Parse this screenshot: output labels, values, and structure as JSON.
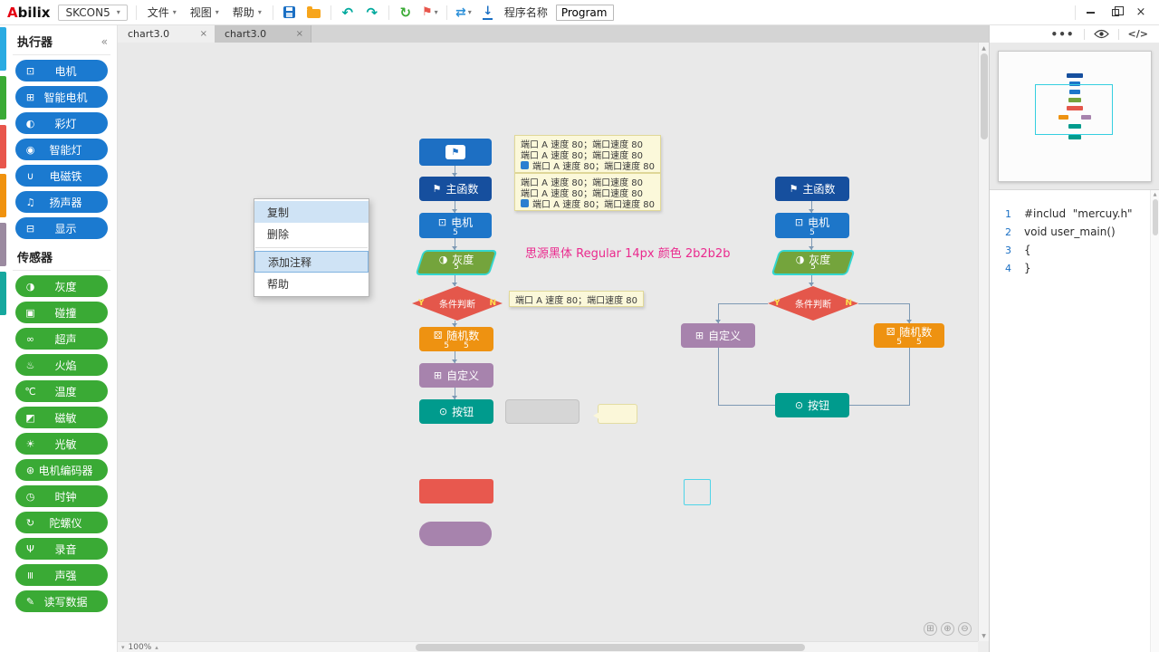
{
  "colors": {
    "exec_button": "#1b7ad0",
    "sensor_button": "#3aaa35",
    "block_blue_dark": "#164f9e",
    "block_blue": "#1d76c9",
    "block_green": "#74a43c",
    "block_red": "#e4574b",
    "block_orange": "#ee9211",
    "block_purple": "#a783ad",
    "block_teal": "#009b8d",
    "selection_cyan": "#33d6cf",
    "annotation_pink": "#ea2a8e",
    "tooltip_bg": "#fbf8da"
  },
  "icons": {
    "caret": "▾",
    "collapse": "«",
    "close": "×",
    "undo": "↶",
    "redo": "↷",
    "refresh": "↻",
    "flag": "⚑",
    "connect": "⇄",
    "download": "↓",
    "more": "•••",
    "code_toggle": "</>",
    "up": "▲",
    "down": "▼",
    "spin_up": "▴",
    "spin_down": "▾",
    "zoom_fit": "⊞",
    "zoom_in": "⊕",
    "zoom_out": "⊖"
  },
  "titlebar": {
    "logo_a": "A",
    "logo_rest": "bilix",
    "device": "SKCON5",
    "menu_file": "文件",
    "menu_view": "视图",
    "menu_help": "帮助",
    "program_label": "程序名称",
    "program_value": "Program"
  },
  "tabs": {
    "t1": "chart3.0",
    "t2": "chart3.0"
  },
  "sidebar": {
    "exec_title": "执行器",
    "sensor_title": "传感器",
    "exec": [
      {
        "label": "电机",
        "icon": "⊡"
      },
      {
        "label": "智能电机",
        "icon": "⊞"
      },
      {
        "label": "彩灯",
        "icon": "◐"
      },
      {
        "label": "智能灯",
        "icon": "◉"
      },
      {
        "label": "电磁铁",
        "icon": "∪"
      },
      {
        "label": "扬声器",
        "icon": "♫"
      },
      {
        "label": "显示",
        "icon": "⊟"
      }
    ],
    "sensor": [
      {
        "label": "灰度",
        "icon": "◑"
      },
      {
        "label": "碰撞",
        "icon": "▣"
      },
      {
        "label": "超声",
        "icon": "∞"
      },
      {
        "label": "火焰",
        "icon": "♨"
      },
      {
        "label": "温度",
        "icon": "℃"
      },
      {
        "label": "磁敏",
        "icon": "◩"
      },
      {
        "label": "光敏",
        "icon": "☀"
      },
      {
        "label": "电机编码器",
        "icon": "⊛"
      },
      {
        "label": "时钟",
        "icon": "◷"
      },
      {
        "label": "陀螺仪",
        "icon": "↻"
      },
      {
        "label": "录音",
        "icon": "Ψ"
      },
      {
        "label": "声强",
        "icon": "≡"
      },
      {
        "label": "读写数据",
        "icon": "✎"
      }
    ]
  },
  "menu": {
    "copy": "复制",
    "del": "删除",
    "comment": "添加注释",
    "help": "帮助"
  },
  "tips": {
    "t1": [
      "端口 A 速度 80；端口速度 80",
      "端口 A 速度 80；端口速度 80",
      "端口 A 速度 80；端口速度 80"
    ],
    "t2": [
      "端口 A 速度 80；端口速度 80",
      "端口 A 速度 80；端口速度 80",
      "端口 A 速度 80；端口速度 80"
    ],
    "t3": "端口 A 速度 80；端口速度 80"
  },
  "annotation": "思源黑体 Regular  14px  颜色 2b2b2b",
  "flow": {
    "main": "主函数",
    "motor": "电机",
    "gray": "灰度",
    "cond": "条件判断",
    "yes": "Y",
    "no": "N",
    "random": "随机数",
    "custom": "自定义",
    "button": "按钮",
    "v5": "5"
  },
  "flowicons": {
    "flag": "⚑",
    "motor": "⊡",
    "gray": "◑",
    "random": "⚄",
    "custom": "⊞",
    "button": "⊙"
  },
  "code": {
    "l1n": "1",
    "l1": "#includ  \"mercuy.h\"",
    "l2n": "2",
    "l2": "void user_main()",
    "l3n": "3",
    "l3": "{",
    "l4n": "4",
    "l4": "}"
  },
  "status": {
    "zoom": "100%"
  }
}
